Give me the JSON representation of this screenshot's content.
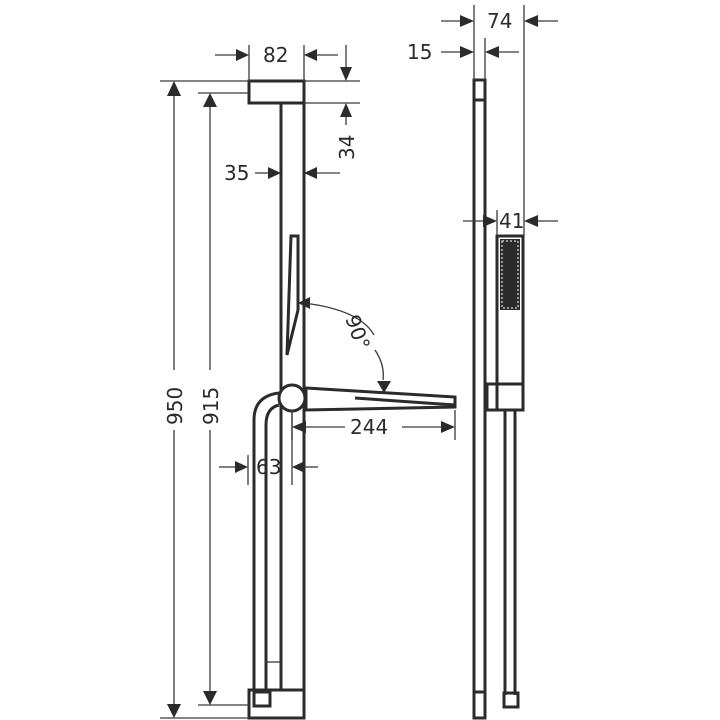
{
  "drawing": {
    "subject": "Shower rail set technical drawing, front and side views",
    "units": "mm",
    "colors": {
      "line": "#2b2b2b",
      "background": "#ffffff"
    },
    "front_view": {
      "dimensions": {
        "top_block_width": "82",
        "top_block_height": "34",
        "rail_width": "35",
        "overall_height": "950",
        "rail_height": "915",
        "angle": "90°",
        "shelf_depth": "244",
        "hose_offset": "63"
      }
    },
    "side_view": {
      "dimensions": {
        "overall_depth": "74",
        "rail_depth": "15",
        "handshower_width": "41"
      }
    }
  }
}
